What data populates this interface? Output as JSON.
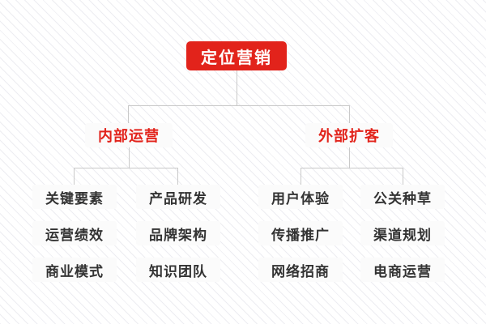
{
  "diagram": {
    "root": {
      "label": "定位营销"
    },
    "branches": [
      {
        "label": "内部运营",
        "children": [
          "关键要素",
          "产品研发",
          "运营绩效",
          "品牌架构",
          "商业模式",
          "知识团队"
        ]
      },
      {
        "label": "外部扩客",
        "children": [
          "用户体验",
          "公关种草",
          "传播推广",
          "渠道规划",
          "网络招商",
          "电商运营"
        ]
      }
    ],
    "colors": {
      "root_bg": "#e2231b",
      "root_text": "#ffffff",
      "branch_text": "#e2231b",
      "node_bg": "#fbfbfb",
      "leaf_text": "#333333",
      "connector": "#c9c9c9",
      "background_stripe": "#e6e6ee"
    }
  }
}
